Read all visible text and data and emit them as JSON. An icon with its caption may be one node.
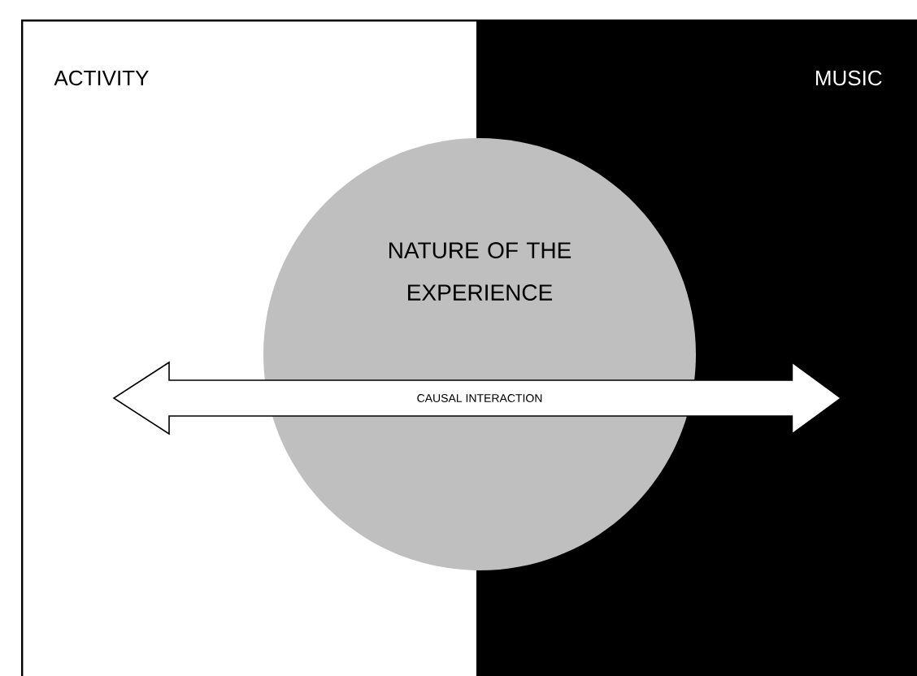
{
  "diagram": {
    "nodes": [
      {
        "text": [
          "ACTIVITY"
        ]
      },
      {
        "text": [
          "MUSIC"
        ]
      },
      {
        "text": [
          "NATURE OF THE EXPERIENCE"
        ]
      }
    ],
    "edges": [
      {
        "from": 0,
        "to": 1,
        "arrow": "both",
        "label": "CAUSAL INTERACTION"
      }
    ]
  }
}
